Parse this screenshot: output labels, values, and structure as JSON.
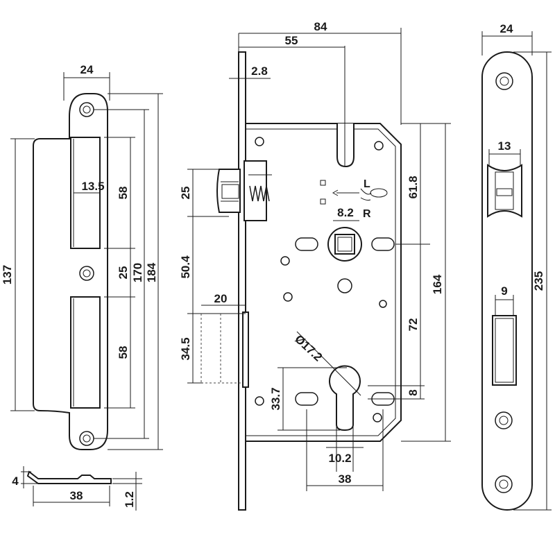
{
  "strike_plate": {
    "width": "24",
    "slot_inset": "13.5",
    "slot_top": "58",
    "gap": "25",
    "slot_bottom": "58",
    "hole_spacing": "170",
    "plate_length": "184",
    "lip_length": "137"
  },
  "strike_side": {
    "height": "4",
    "length": "38",
    "thickness": "1.2"
  },
  "lock_body": {
    "overall_depth": "84",
    "backset": "55",
    "faceplate_thickness": "2.8",
    "latch_height": "25",
    "latch_to_bolt": "50.4",
    "deadbolt_throw": "20",
    "deadbolt_height": "34.5",
    "cylinder_offset": "33.7",
    "cylinder_diameter": "Ø17.2",
    "cylinder_slot": "10.2",
    "screw_spacing": "38",
    "follower_size": "8.2",
    "top_to_follower": "61.8",
    "follower_to_cylinder": "72",
    "body_height": "164",
    "cylinder_clearance": "8",
    "handing_left": "L",
    "handing_right": "R"
  },
  "faceplate": {
    "width": "24",
    "latch_opening": "13",
    "bolt_opening": "9",
    "length": "235"
  }
}
